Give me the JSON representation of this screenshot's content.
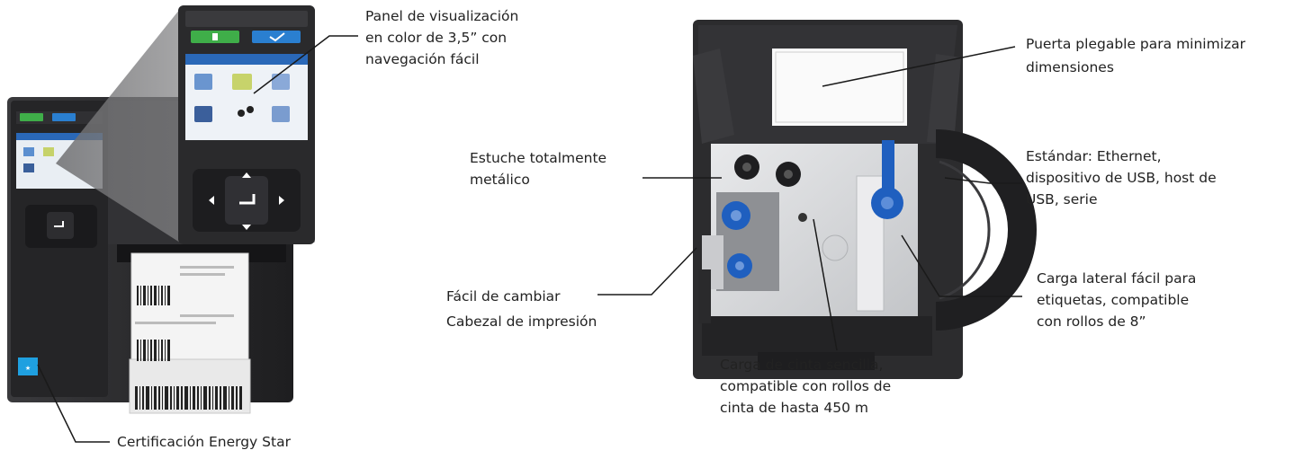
{
  "callouts": {
    "display_panel": [
      "Panel de visualización",
      "en color de 3,5” con",
      "navegación fácil"
    ],
    "energy_star": [
      "Certificación Energy Star"
    ],
    "metal_case": [
      "Estuche totalmente",
      "metálico"
    ],
    "printhead": [
      "Fácil de cambiar",
      "Cabezal de impresión"
    ],
    "folding_door": [
      "Puerta plegable para minimizar",
      "dimensiones"
    ],
    "interfaces": [
      "Estándar: Ethernet,",
      "dispositivo de USB, host de",
      "USB, serie"
    ],
    "side_loading": [
      "Carga lateral fácil para",
      "etiquetas, compatible",
      "con rollos de 8”"
    ],
    "ribbon_loading": [
      "Carga de cinta sencilla,",
      "compatible con rollos de",
      "cinta de hasta 450 m"
    ]
  },
  "colors": {
    "printer_body": "#2b2b2d",
    "printer_dark": "#1c1c1e",
    "screen_green": "#3fae49",
    "screen_blue": "#2a7fd0",
    "spindle_blue": "#1f5fbf",
    "metal": "#d7d8da",
    "leader_line": "#1a1a1a"
  },
  "icons": [
    "energy-star-icon",
    "enter-key-icon",
    "arrow-keys-icon"
  ]
}
